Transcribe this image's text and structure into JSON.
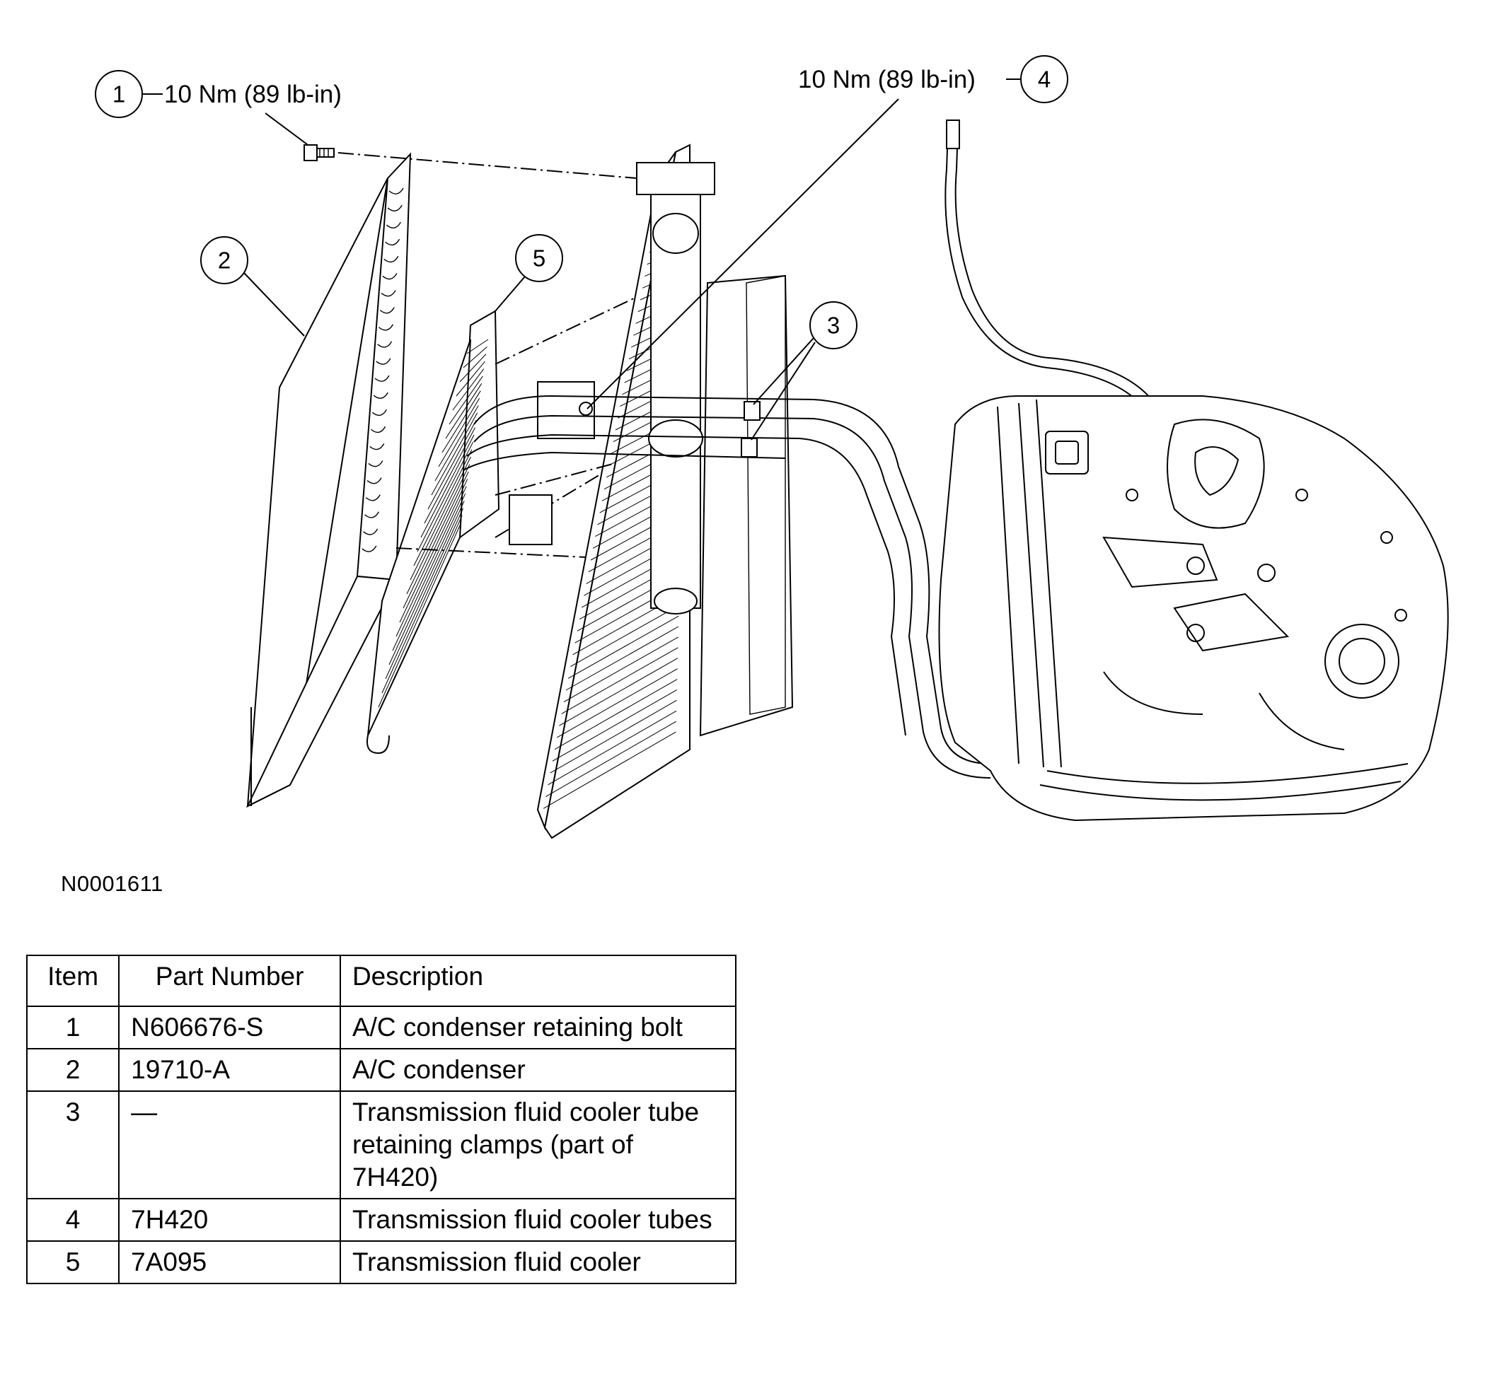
{
  "callouts": [
    {
      "num": "1",
      "label": "10 Nm (89 lb-in)"
    },
    {
      "num": "2"
    },
    {
      "num": "3"
    },
    {
      "num": "4",
      "label": "10 Nm (89 lb-in)"
    },
    {
      "num": "5"
    }
  ],
  "figure_id": "N0001611",
  "table": {
    "headers": [
      "Item",
      "Part Number",
      "Description"
    ],
    "rows": [
      {
        "item": "1",
        "part": "N606676-S",
        "desc": "A/C condenser retaining bolt"
      },
      {
        "item": "2",
        "part": "19710-A",
        "desc": "A/C condenser"
      },
      {
        "item": "3",
        "part": "—",
        "desc": "Transmission fluid cooler tube retaining clamps (part of 7H420)"
      },
      {
        "item": "4",
        "part": "7H420",
        "desc": "Transmission fluid cooler tubes"
      },
      {
        "item": "5",
        "part": "7A095",
        "desc": "Transmission fluid cooler"
      }
    ]
  }
}
